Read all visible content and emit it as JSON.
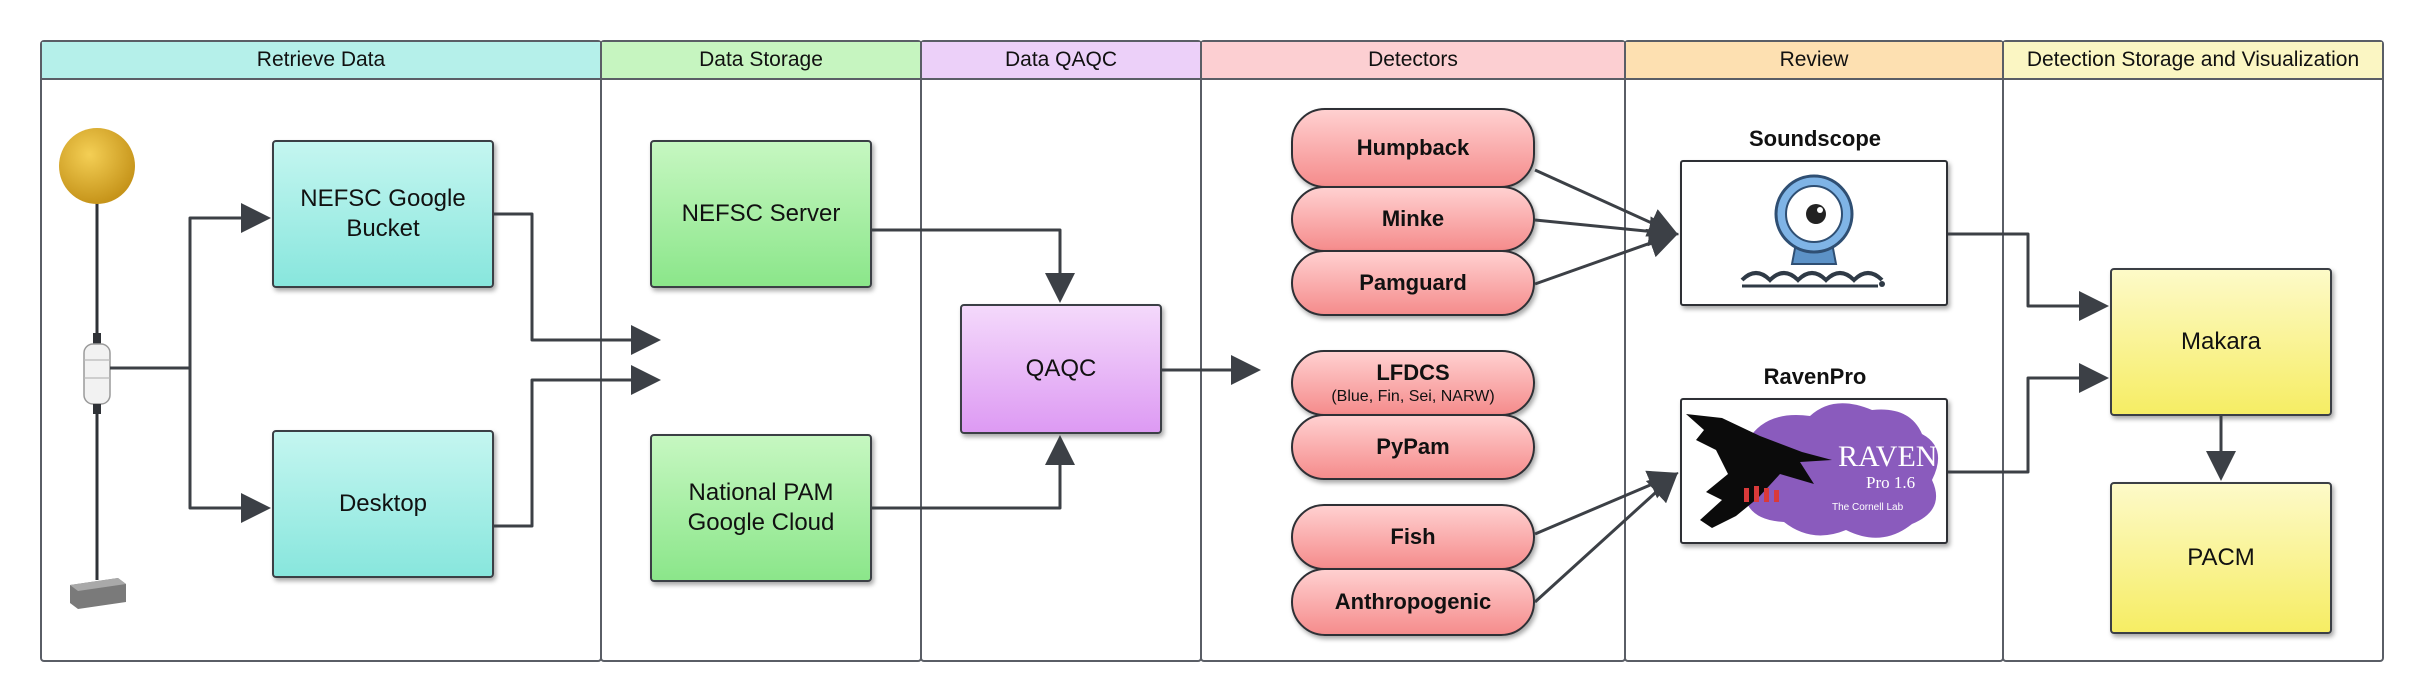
{
  "lanes": {
    "retrieve": {
      "label": "Retrieve Data",
      "color": "#b5f0ea"
    },
    "storage": {
      "label": "Data Storage",
      "color": "#c6f5c0"
    },
    "qaqc": {
      "label": "Data QAQC",
      "color": "#ecd0f9"
    },
    "detectors": {
      "label": "Detectors",
      "color": "#fccfd2"
    },
    "review": {
      "label": "Review",
      "color": "#fde0b1"
    },
    "viz": {
      "label": "Detection Storage and Visualization",
      "color": "#fbf6c3"
    }
  },
  "retrieve": {
    "google_bucket": "NEFSC Google Bucket",
    "desktop": "Desktop"
  },
  "storage": {
    "server": "NEFSC Server",
    "cloud": "National PAM Google Cloud"
  },
  "qaqc": {
    "box": "QAQC"
  },
  "detectors": {
    "humpback": "Humpback",
    "minke": "Minke",
    "pamguard": "Pamguard",
    "lfdcs": "LFDCS",
    "lfdcs_sub": "(Blue, Fin, Sei, NARW)",
    "pypam": "PyPam",
    "fish": "Fish",
    "anthropogenic": "Anthropogenic"
  },
  "review": {
    "soundscope": "Soundscope",
    "ravenpro": "RavenPro",
    "raven_logo": {
      "word": "RAVEN",
      "version": "Pro 1.6",
      "lab": "The Cornell Lab"
    }
  },
  "viz": {
    "makara": "Makara",
    "pacm": "PACM"
  },
  "icons": [
    "buoy-icon",
    "hydrophone-icon",
    "anchor-icon",
    "soundscope-logo-icon",
    "raven-logo-icon"
  ]
}
